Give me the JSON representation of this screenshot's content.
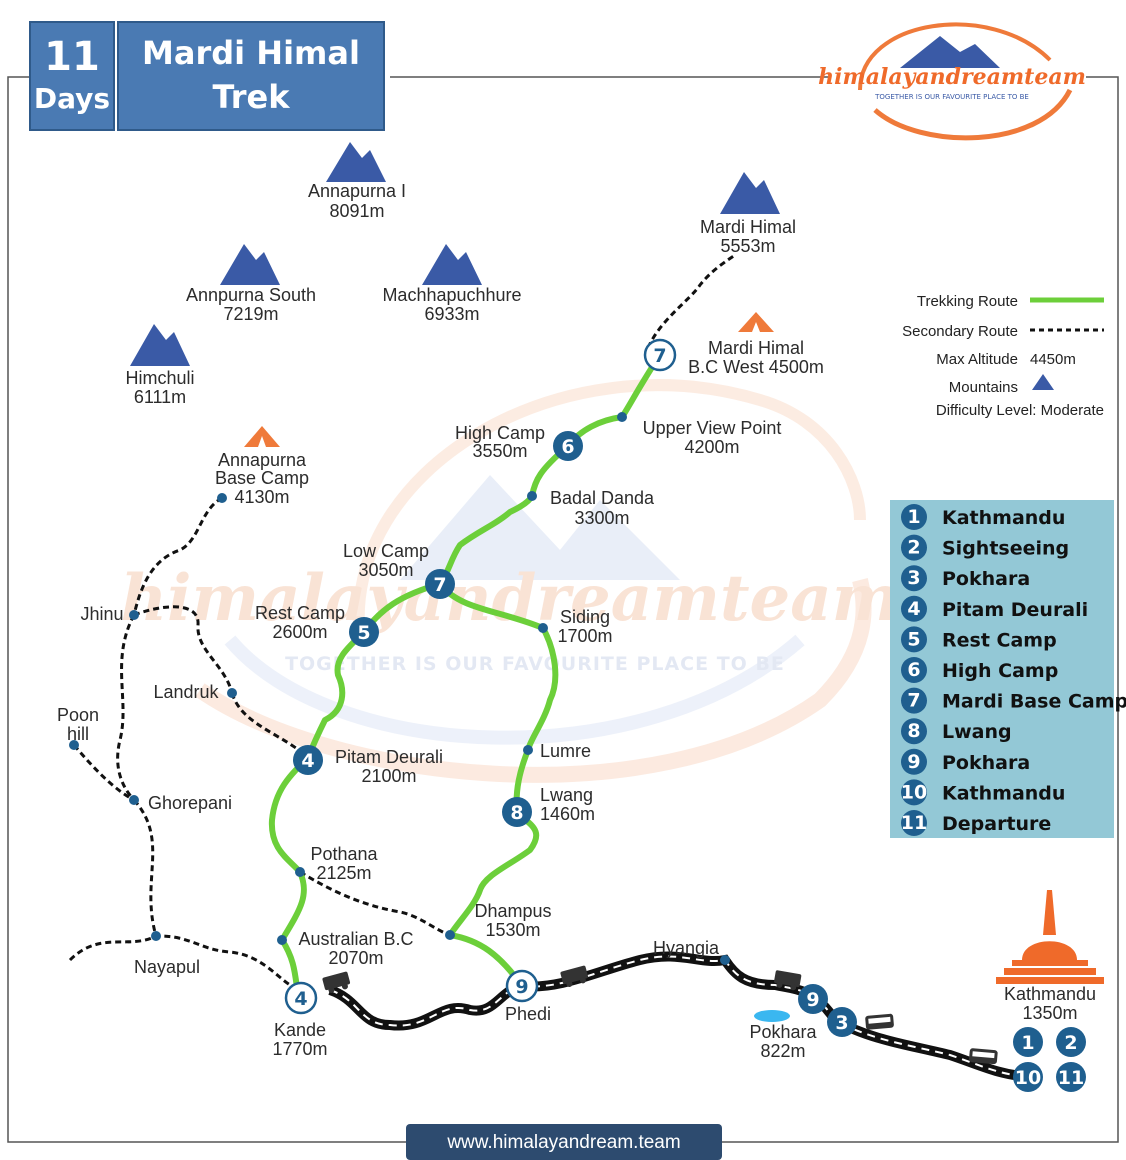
{
  "title": {
    "days_number": "11",
    "days_word": "Days",
    "line1": "Mardi Himal",
    "line2": "Trek"
  },
  "logo": {
    "name": "himalayandreamteam",
    "tagline": "TOGETHER IS OUR FAVOURITE PLACE TO BE"
  },
  "watermark": {
    "name": "himalayandreamteam",
    "tagline": "TOGETHER IS OUR FAVOURITE PLACE TO BE"
  },
  "mountains": [
    {
      "name": "Annapurna I",
      "alt": "8091m"
    },
    {
      "name": "Annpurna South",
      "alt": "7219m"
    },
    {
      "name": "Machhapuchhure",
      "alt": "6933m"
    },
    {
      "name": "Himchuli",
      "alt": "6111m"
    },
    {
      "name": "Mardi Himal",
      "alt": "5553m"
    }
  ],
  "camps": [
    {
      "name": "Mardi Himal",
      "name2": "B.C West 4500m"
    },
    {
      "name": "Annapurna",
      "name2": "Base Camp",
      "alt": "4130m"
    }
  ],
  "places": {
    "upper_view_point": {
      "name": "Upper View Point",
      "alt": "4200m"
    },
    "high_camp": {
      "name": "High Camp",
      "alt": "3550m"
    },
    "badal_danda": {
      "name": "Badal Danda",
      "alt": "3300m"
    },
    "low_camp": {
      "name": "Low Camp",
      "alt": "3050m"
    },
    "rest_camp": {
      "name": "Rest Camp",
      "alt": "2600m"
    },
    "siding": {
      "name": "Siding",
      "alt": "1700m"
    },
    "pitam_deurali": {
      "name": "Pitam Deurali",
      "alt": "2100m"
    },
    "lumre": {
      "name": "Lumre"
    },
    "lwang": {
      "name": "Lwang",
      "alt": "1460m"
    },
    "pothana": {
      "name": "Pothana",
      "alt": "2125m"
    },
    "dhampus": {
      "name": "Dhampus",
      "alt": "1530m"
    },
    "australian_bc": {
      "name": "Australian B.C",
      "alt": "2070m"
    },
    "kande": {
      "name": "Kande",
      "alt": "1770m"
    },
    "phedi": {
      "name": "Phedi"
    },
    "hyangia": {
      "name": "Hyangia"
    },
    "pokhara": {
      "name": "Pokhara",
      "alt": "822m"
    },
    "kathmandu": {
      "name": "Kathmandu",
      "alt": "1350m"
    },
    "jhinu": {
      "name": "Jhinu"
    },
    "landruk": {
      "name": "Landruk"
    },
    "poon_hill": {
      "name": "Poon",
      "name2": "hill"
    },
    "ghorepani": {
      "name": "Ghorepani"
    },
    "nayapul": {
      "name": "Nayapul"
    }
  },
  "markers": {
    "mardi_bc": "7",
    "high_camp": "6",
    "low_camp": "7",
    "rest_camp": "5",
    "pitam_deurali": "4",
    "lwang": "8",
    "phedi": "9",
    "kande": "4",
    "pokhara_a": "9",
    "pokhara_b": "3",
    "ktm_1": "1",
    "ktm_2": "2",
    "ktm_10": "10",
    "ktm_11": "11"
  },
  "legend": {
    "trekking": "Trekking Route",
    "secondary": "Secondary Route",
    "max_altitude_label": "Max Altitude",
    "max_altitude_value": "4450m",
    "mountains": "Mountains",
    "difficulty": "Difficulty Level: Moderate"
  },
  "itinerary": [
    {
      "day": "1",
      "label": "Kathmandu"
    },
    {
      "day": "2",
      "label": "Sightseeing"
    },
    {
      "day": "3",
      "label": "Pokhara"
    },
    {
      "day": "4",
      "label": "Pitam Deurali"
    },
    {
      "day": "5",
      "label": "Rest Camp"
    },
    {
      "day": "6",
      "label": "High Camp"
    },
    {
      "day": "7",
      "label": "Mardi Base Camp"
    },
    {
      "day": "8",
      "label": "Lwang"
    },
    {
      "day": "9",
      "label": "Pokhara"
    },
    {
      "day": "10",
      "label": "Kathmandu"
    },
    {
      "day": "11",
      "label": "Departure"
    }
  ],
  "footer": {
    "url": "www.himalayandream.team"
  },
  "colors": {
    "title_blue": "#4a7ab3",
    "marker_blue": "#1f5f8f",
    "trek_green": "#6ccf3a",
    "mountain_blue": "#3a5aa6",
    "tent_orange": "#ef7a3a",
    "itinerary_bg": "#93c8d6",
    "footer_bg": "#2d4b6f"
  }
}
